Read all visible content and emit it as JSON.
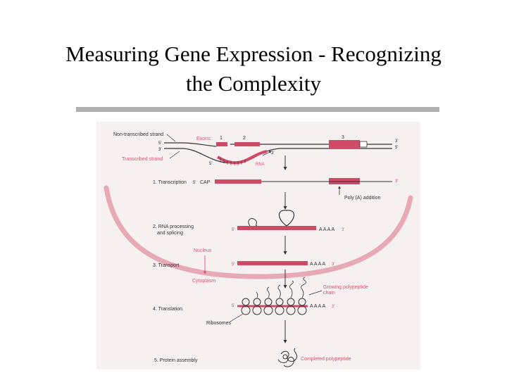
{
  "slide": {
    "title_line1": "Measuring Gene Expression - Recognizing",
    "title_line2": "the Complexity"
  },
  "figure": {
    "labels": {
      "non_transcribed_strand": "Non-transcribed strand",
      "transcribed_strand": "Transcribed strand",
      "exons": "Exons:",
      "exon_1": "1",
      "exon_2": "2",
      "exon_3": "3",
      "five_prime": "5'",
      "three_prime": "3'",
      "rna": "RNA",
      "cap": "CAP",
      "poly_a_addition": "Poly (A) addition",
      "aaaa": "A A A A",
      "nucleus": "Nucleus",
      "cytoplasm": "Cytoplasm",
      "growing_polypeptide_line1": "Growing polypeptide",
      "growing_polypeptide_line2": "chain",
      "ribosomes": "Ribosomes",
      "completed_polypeptide": "Completed polypeptide"
    },
    "steps": [
      {
        "label": "1. Transcription"
      },
      {
        "label": "2. RNA processing",
        "label2": "and splicing"
      },
      {
        "label": "3. Transport"
      },
      {
        "label": "4. Translation"
      },
      {
        "label": "5. Protein assembly"
      }
    ],
    "colors": {
      "exon": "#d04a66",
      "nucleus_arc": "#e8a9b6",
      "label_pink": "#d0566f",
      "text": "#333333",
      "background": "#f7f0f1"
    }
  }
}
